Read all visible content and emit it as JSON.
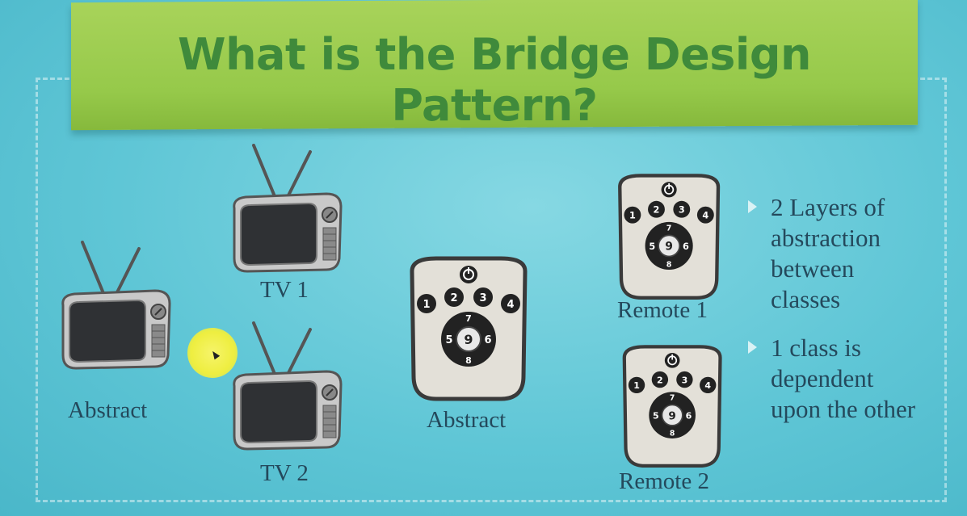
{
  "slide": {
    "title": "What is the Bridge Design Pattern?"
  },
  "tvs": {
    "abstract_label": "Abstract",
    "tv1_label": "TV 1",
    "tv2_label": "TV 2"
  },
  "remotes": {
    "abstract_label": "Abstract",
    "remote1_label": "Remote 1",
    "remote2_label": "Remote 2",
    "button_numbers": [
      "1",
      "2",
      "3",
      "4",
      "5",
      "6",
      "7",
      "8",
      "9"
    ]
  },
  "bullets": [
    "2 Layers of abstraction between classes",
    "1 class is dependent upon the other"
  ],
  "colors": {
    "background": "#5fc6d6",
    "banner": "#9ccd4f",
    "title": "#3f8a3b",
    "text": "#24495c"
  }
}
